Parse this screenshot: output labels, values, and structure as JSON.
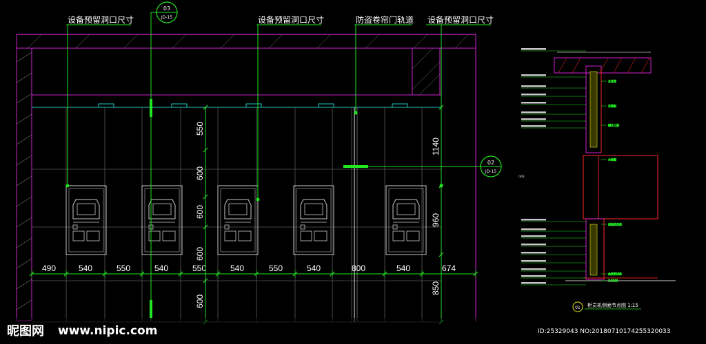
{
  "top_labels": [
    "设备预留洞口尺寸",
    "设备预留洞口尺寸",
    "防盗卷帘门轨道",
    "设备预留洞口尺寸"
  ],
  "callout_03": {
    "num": "03",
    "ref": "JD-15"
  },
  "callout_02": {
    "num": "02",
    "ref": "JD-15"
  },
  "bottom_dims": [
    "490",
    "540",
    "550",
    "540",
    "550",
    "540",
    "550",
    "540",
    "800",
    "540",
    "674"
  ],
  "vert_dims_left": [
    "550",
    "600",
    "600",
    "600",
    "600"
  ],
  "vert_dims_right": [
    "1140",
    "960",
    "850"
  ],
  "detail": {
    "callout_num": "01",
    "title": "柜员机侧面节点图",
    "scale": "1:15",
    "right_texts": [
      "主龙骨",
      "石膏板",
      "细木工板",
      "木饰面",
      "成品柜员机",
      "金属收边条",
      "C.5500"
    ],
    "qr_label": "QRB"
  },
  "watermark": {
    "logo_text": "昵图网",
    "url": "www.nipic.com",
    "id_line": "ID:25329043 NO:20180710174255320033"
  },
  "colors": {
    "green": "#22e622",
    "cyan": "#20c8c8",
    "magenta": "#d020d0",
    "red": "#e02020",
    "gray": "#7a7a7a",
    "white": "#ffffff",
    "yellow": "#e8e820"
  }
}
